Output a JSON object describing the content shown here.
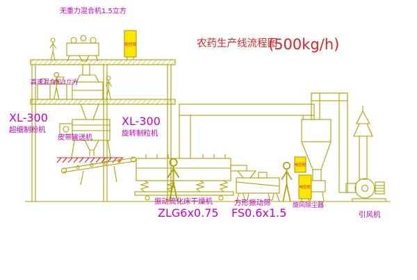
{
  "title": {
    "main": "农药生产线流程图",
    "capacity": "(500kg/h)"
  },
  "labels": {
    "gravity_mixer": "无重力混合机1.5立方",
    "high_speed_mixer": "高速混合机3立方",
    "mill_model": "XL-300",
    "mill_name": "超细制粉机",
    "granulator_model": "XL-300",
    "granulator_name": "旋转制粒机",
    "belt_conveyor": "皮带输送机",
    "dryer_name": "振动流化床干燥机",
    "dryer_model": "ZLG6x0.75",
    "screen_name": "方形振动筛",
    "screen_model": "FS0.6x1.5",
    "cyclone_label": "旋风除尘器",
    "fan_label": "引风机",
    "cabinet_text": "电控柜"
  },
  "colors": {
    "line": "#ada000",
    "label_magenta": "#c400c4",
    "title_red": "#d82424",
    "cabinet_fill": "#ffe600",
    "platform_hatch": "#d82424",
    "background": "#ffffff"
  }
}
